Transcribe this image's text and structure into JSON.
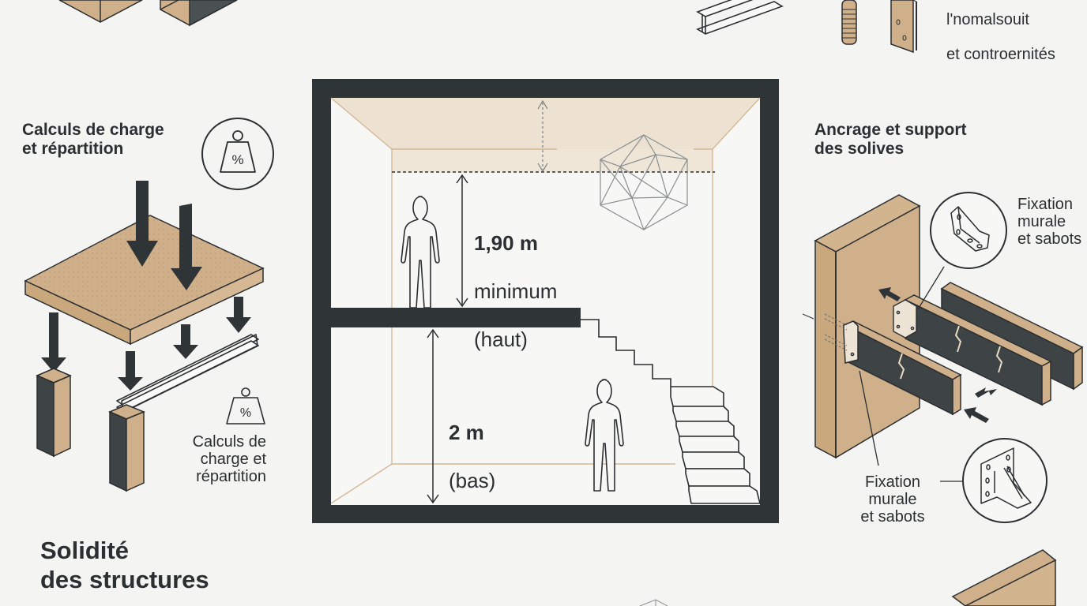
{
  "colors": {
    "background": "#f4f4f3",
    "dark": "#2f3436",
    "wood": "#cfb08a",
    "wood_light": "#ecdfcb",
    "wall_line": "#d4b896",
    "geometry_line": "#8a8f91"
  },
  "top_right_caption": {
    "line1": "l'nomalsouit",
    "line2": "et controernités"
  },
  "load_section": {
    "title": "Calculs de charge\net répartition",
    "icon": "weight-percent-icon",
    "caption": "Calculs de\ncharge et\nrépartition",
    "caption_icon": "weight-percent-icon"
  },
  "room_diagram": {
    "upper": {
      "value": "1,90 m",
      "line2": "minimum",
      "line3": "(haut)"
    },
    "lower": {
      "value": "2 m",
      "line2": "(bas)"
    }
  },
  "anchor_section": {
    "title": "Ancrage et support\ndes solives",
    "detail_top": {
      "icon": "angle-bracket-icon",
      "label": "Fixation\nmurale\net sabots"
    },
    "detail_bottom": {
      "icon": "joist-hanger-icon",
      "label": "Fixation\nmurale\net sabots"
    }
  },
  "footer_section": {
    "title": "Solidité\ndes structures"
  }
}
